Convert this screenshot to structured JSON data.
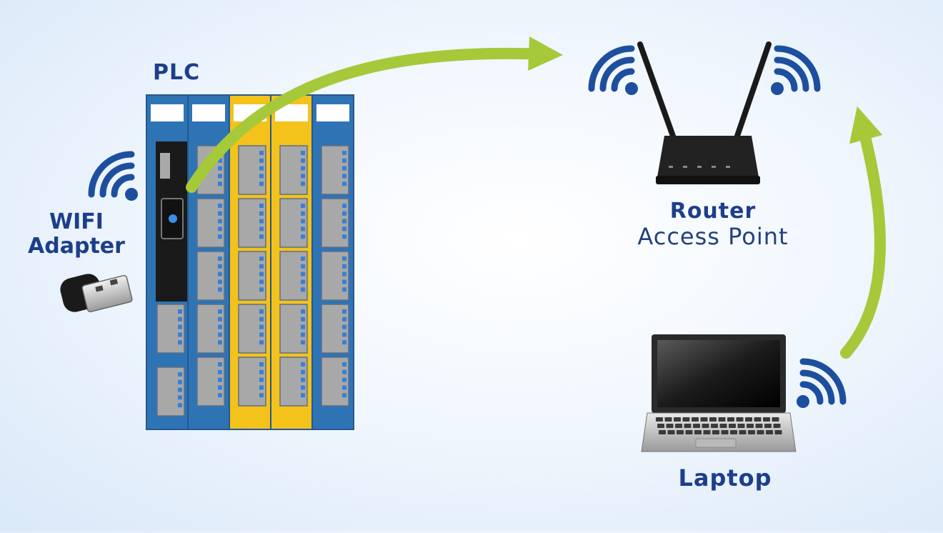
{
  "labels": {
    "plc": "PLC",
    "wifi_adapter": [
      "WIFI",
      "Adapter"
    ],
    "router": "Router",
    "access_point": "Access Point",
    "laptop": "Laptop"
  },
  "icons": [
    "wifi-signal-icon",
    "usb-wifi-dongle-icon",
    "plc-rack-icon",
    "router-icon",
    "laptop-icon",
    "curved-arrow-icon"
  ],
  "colors": {
    "label_text": "#1d3f8a",
    "wifi_wave": "#1d4f9e",
    "arrow": "#a6c93a",
    "plc_blue": "#2e74b5",
    "plc_yellow": "#f3c21b",
    "plc_cpu": "#1a1a1a",
    "router_body": "#222222",
    "laptop_screen": "#111111"
  }
}
